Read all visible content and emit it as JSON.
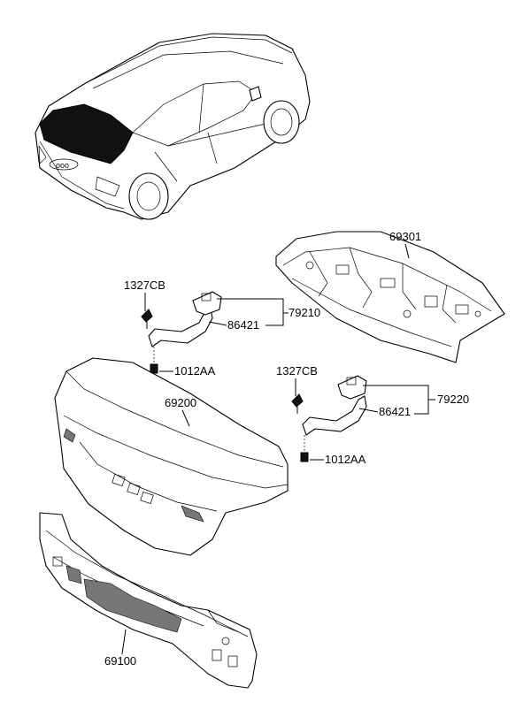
{
  "labels": {
    "panel_back_shelf": "69301",
    "bolt_left": "1327CB",
    "hinge_assy_left": "79210",
    "hinge_left": "86421",
    "bolt_lower_left": "1012AA",
    "trunk_lid": "69200",
    "bolt_right": "1327CB",
    "hinge_assy_right": "79220",
    "hinge_right": "86421",
    "bolt_lower_right": "1012AA",
    "panel_back": "69100"
  },
  "car_badge": "ooo"
}
